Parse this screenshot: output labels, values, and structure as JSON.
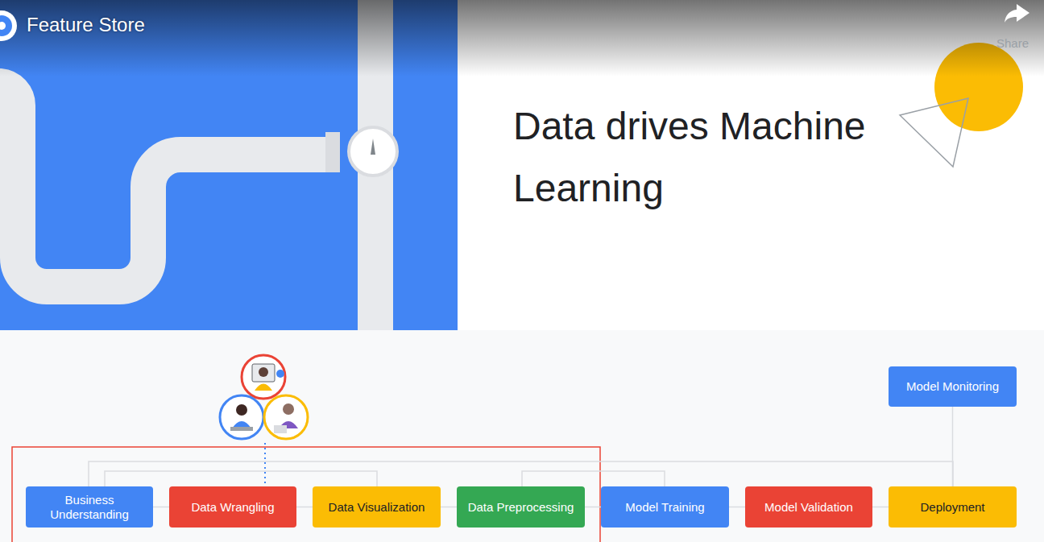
{
  "diagram": {
    "title": "Data drives Machine Learning",
    "nodes": [
      {
        "text": [
          "Business Understanding"
        ]
      },
      {
        "text": [
          "Data Wrangling"
        ]
      },
      {
        "text": [
          "Data Visualization"
        ]
      },
      {
        "text": [
          "Data Preprocessing"
        ]
      },
      {
        "text": [
          "Model Training"
        ]
      },
      {
        "text": [
          "Model Validation"
        ]
      },
      {
        "text": [
          "Deployment"
        ]
      },
      {
        "text": [
          "Model Monitoring"
        ]
      }
    ],
    "edges": [
      {
        "from": 0,
        "to": 1,
        "arrow": "none"
      },
      {
        "from": 1,
        "to": 2,
        "arrow": "none"
      },
      {
        "from": 2,
        "to": 3,
        "arrow": "none"
      },
      {
        "from": 3,
        "to": 4,
        "arrow": "none"
      },
      {
        "from": 4,
        "to": 5,
        "arrow": "none"
      },
      {
        "from": 5,
        "to": 6,
        "arrow": "none"
      },
      {
        "from": 6,
        "to": 7,
        "arrow": "none"
      },
      {
        "from": 0,
        "to": 6,
        "arrow": "none"
      },
      {
        "from": 0,
        "to": 2,
        "arrow": "none"
      },
      {
        "from": 3,
        "to": 4,
        "arrow": "none"
      }
    ],
    "labels": [
      "Feature Store",
      "Share"
    ]
  }
}
